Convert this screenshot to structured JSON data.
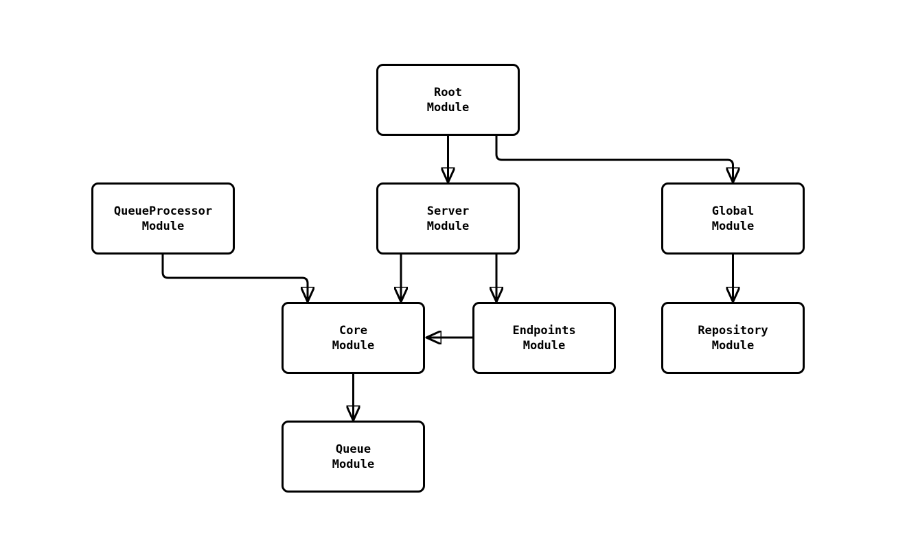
{
  "diagram": {
    "type": "module-dependency-graph",
    "colors": {
      "background": "#ffffff",
      "node_fill": "#ffffff",
      "node_border": "#000000",
      "edge_stroke": "#000000",
      "text": "#000000"
    },
    "nodes": {
      "root": {
        "label": "Root\nModule"
      },
      "queue_processor": {
        "label": "QueueProcessor\nModule"
      },
      "server": {
        "label": "Server\nModule"
      },
      "global": {
        "label": "Global\nModule"
      },
      "core": {
        "label": "Core\nModule"
      },
      "endpoints": {
        "label": "Endpoints\nModule"
      },
      "repository": {
        "label": "Repository\nModule"
      },
      "queue": {
        "label": "Queue\nModule"
      }
    },
    "edges": [
      {
        "from": "root",
        "to": "server"
      },
      {
        "from": "root",
        "to": "global"
      },
      {
        "from": "queue_processor",
        "to": "core"
      },
      {
        "from": "server",
        "to": "core"
      },
      {
        "from": "server",
        "to": "endpoints"
      },
      {
        "from": "endpoints",
        "to": "core"
      },
      {
        "from": "global",
        "to": "repository"
      },
      {
        "from": "core",
        "to": "queue"
      }
    ]
  }
}
